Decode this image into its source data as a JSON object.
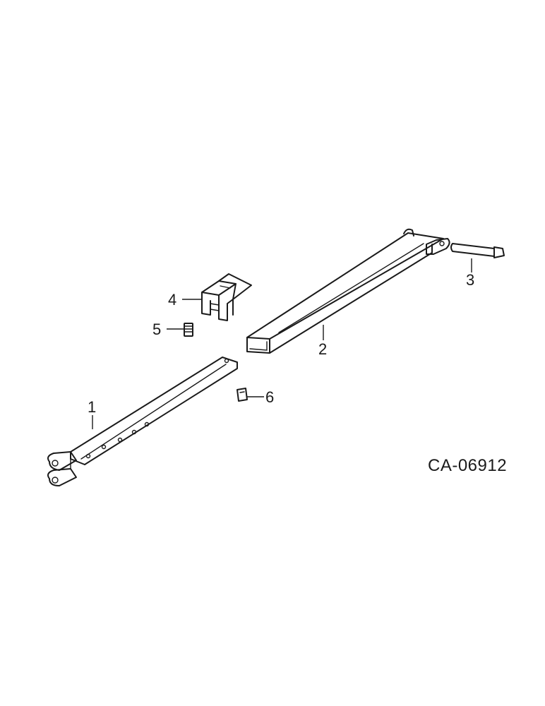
{
  "figure_id": "CA-06912",
  "callouts": [
    {
      "id": "1",
      "label": "1"
    },
    {
      "id": "2",
      "label": "2"
    },
    {
      "id": "3",
      "label": "3"
    },
    {
      "id": "4",
      "label": "4"
    },
    {
      "id": "5",
      "label": "5"
    },
    {
      "id": "6",
      "label": "6"
    }
  ]
}
